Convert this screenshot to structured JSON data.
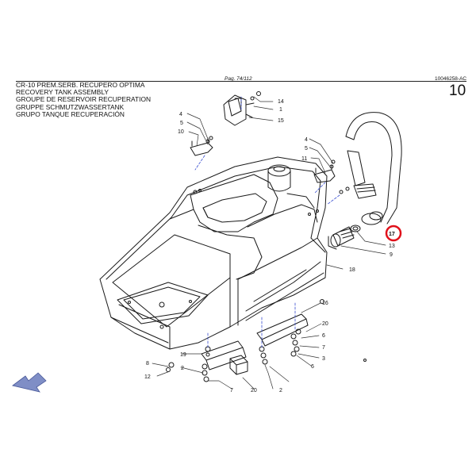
{
  "header": {
    "page_label": "Pag. 74/112",
    "doc_code": "10046258-AC",
    "section_number": "10",
    "titles": [
      "CR-10 PREM.SERB. RECUPERO OPTIMA",
      "RECOVERY TANK ASSEMBLY",
      "GROUPE DE RESERVOIR RECUPERATION",
      "GRUPPE SCHMUTZWASSERTANK",
      "GRUPO TANQUE RECUPERACIÓN"
    ]
  },
  "callouts": [
    {
      "id": "c14",
      "text": "14"
    },
    {
      "id": "c1",
      "text": "1"
    },
    {
      "id": "c15",
      "text": "15"
    },
    {
      "id": "c4a",
      "text": "4"
    },
    {
      "id": "c5a",
      "text": "5"
    },
    {
      "id": "c10",
      "text": "10"
    },
    {
      "id": "c4b",
      "text": "4"
    },
    {
      "id": "c5b",
      "text": "5"
    },
    {
      "id": "c11",
      "text": "11"
    },
    {
      "id": "c17",
      "text": "17"
    },
    {
      "id": "c13",
      "text": "13"
    },
    {
      "id": "c9",
      "text": "9"
    },
    {
      "id": "c18",
      "text": "18"
    },
    {
      "id": "c16",
      "text": "16"
    },
    {
      "id": "c20a",
      "text": "20"
    },
    {
      "id": "c6a",
      "text": "6"
    },
    {
      "id": "c7a",
      "text": "7"
    },
    {
      "id": "c3",
      "text": "3"
    },
    {
      "id": "c6b",
      "text": "6"
    },
    {
      "id": "c19",
      "text": "19"
    },
    {
      "id": "c8",
      "text": "8"
    },
    {
      "id": "c2a",
      "text": "2"
    },
    {
      "id": "c12",
      "text": "12"
    },
    {
      "id": "c7b",
      "text": "7"
    },
    {
      "id": "c20b",
      "text": "20"
    },
    {
      "id": "c2b",
      "text": "2"
    }
  ],
  "highlight": {
    "callout": "17",
    "color": "#e0101a"
  },
  "colors": {
    "line": "#1a1a1a",
    "leader": "#333333",
    "dash": "#3a4fd0",
    "arrow": "#7f8ec6"
  }
}
